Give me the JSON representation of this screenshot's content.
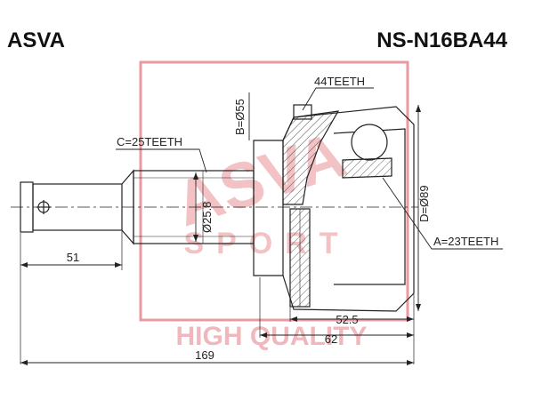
{
  "header": {
    "brand": "ASVA",
    "part_number": "NS-N16BA44"
  },
  "watermark": {
    "brand_text": "ASVA",
    "sport_text": "SPORT",
    "quality_text": "HIGH QUALITY",
    "color": "#e89aa0"
  },
  "labels": {
    "outer_teeth": "44TEETH",
    "shaft_teeth": "C=25TEETH",
    "inner_teeth": "A=23TEETH",
    "outer_diameter": "D=Ø89",
    "bell_diameter": "B=Ø55",
    "shaft_diameter": "Ø25.8"
  },
  "dimensions": {
    "shaft_length": "51",
    "body_length": "52.5",
    "body_length_total": "62",
    "overall_length": "169"
  },
  "colors": {
    "line": "#222222",
    "watermark": "#e89aa0"
  }
}
